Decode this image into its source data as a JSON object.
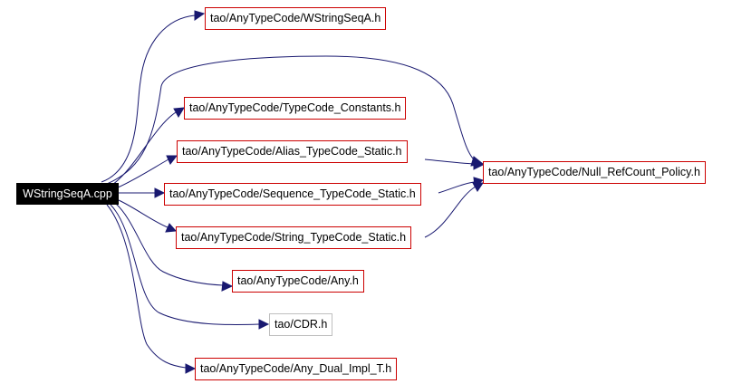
{
  "graph": {
    "source": {
      "label": "WStringSeqA.cpp"
    },
    "nodes": [
      {
        "id": "wstringseqa_h",
        "label": "tao/AnyTypeCode/WStringSeqA.h",
        "documented": true
      },
      {
        "id": "typecode_constants_h",
        "label": "tao/AnyTypeCode/TypeCode_Constants.h",
        "documented": true
      },
      {
        "id": "alias_typecode_static_h",
        "label": "tao/AnyTypeCode/Alias_TypeCode_Static.h",
        "documented": true
      },
      {
        "id": "sequence_typecode_static_h",
        "label": "tao/AnyTypeCode/Sequence_TypeCode_Static.h",
        "documented": true
      },
      {
        "id": "string_typecode_static_h",
        "label": "tao/AnyTypeCode/String_TypeCode_Static.h",
        "documented": true
      },
      {
        "id": "any_h",
        "label": "tao/AnyTypeCode/Any.h",
        "documented": true
      },
      {
        "id": "cdr_h",
        "label": "tao/CDR.h",
        "documented": false
      },
      {
        "id": "any_dual_impl_t_h",
        "label": "tao/AnyTypeCode/Any_Dual_Impl_T.h",
        "documented": true
      },
      {
        "id": "null_refcount_policy_h",
        "label": "tao/AnyTypeCode/Null_RefCount_Policy.h",
        "documented": true
      }
    ],
    "edge_color": "#191970",
    "documented_border_color": "#cc0000",
    "undocumented_border_color": "#bfbfbf"
  }
}
